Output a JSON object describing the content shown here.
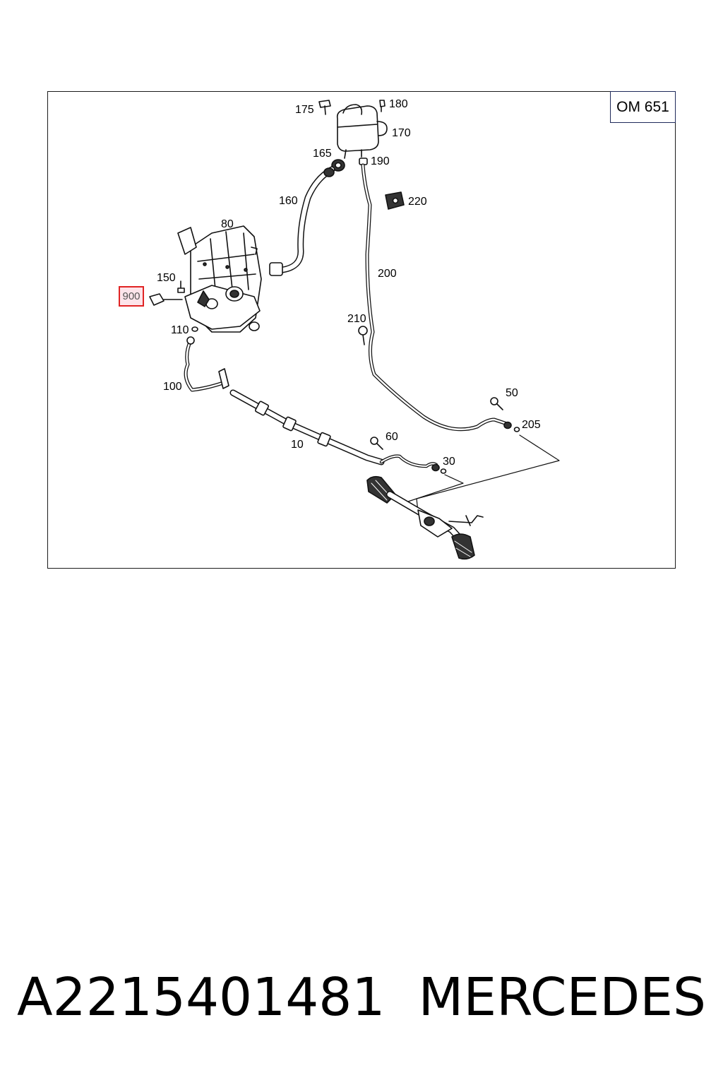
{
  "diagram": {
    "engine_badge": "OM 651",
    "highlighted_callout": "900",
    "part_labels": {
      "p175": "175",
      "p180": "180",
      "p170": "170",
      "p165": "165",
      "p190": "190",
      "p220": "220",
      "p160": "160",
      "p80": "80",
      "p150": "150",
      "p200": "200",
      "p210": "210",
      "p110": "110",
      "p100": "100",
      "p50": "50",
      "p205": "205",
      "p60": "60",
      "p10": "10",
      "p30": "30"
    }
  },
  "caption": {
    "part_number": "A2215401481",
    "brand": "MERCEDES"
  }
}
